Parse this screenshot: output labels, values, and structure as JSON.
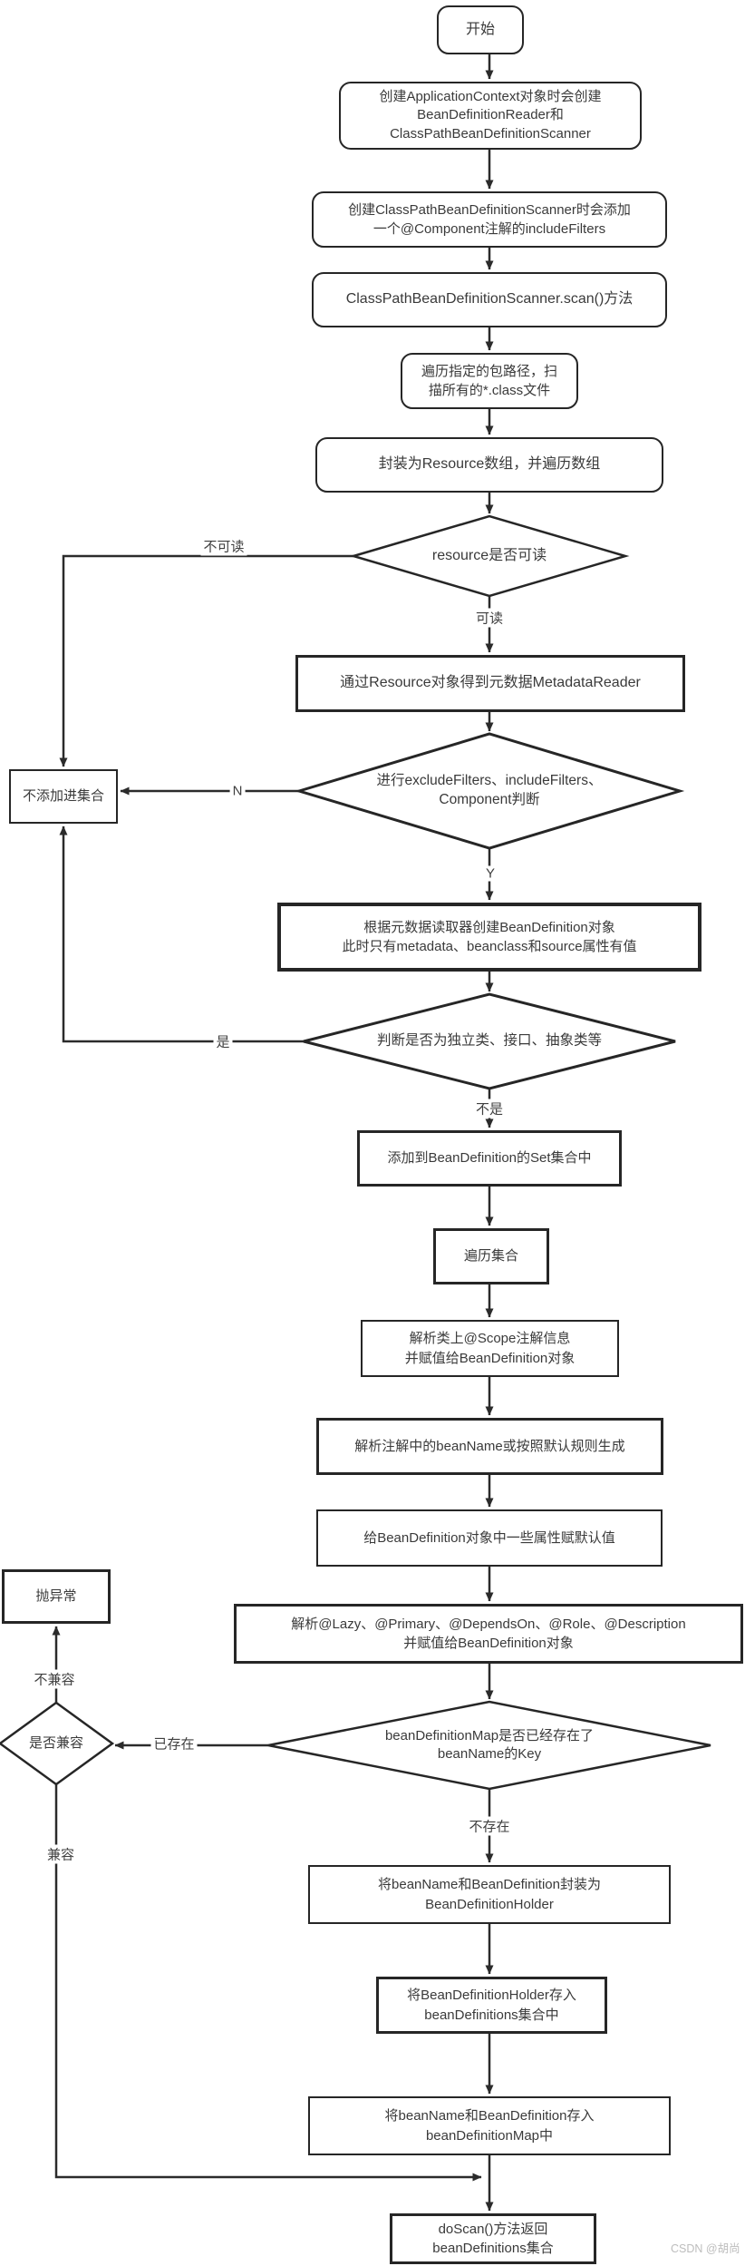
{
  "nodes": {
    "start": {
      "label": "开始"
    },
    "create_context": {
      "label": "创建ApplicationContext对象时会创建\nBeanDefinitionReader和\nClassPathBeanDefinitionScanner"
    },
    "create_scanner": {
      "label": "创建ClassPathBeanDefinitionScanner时会添加\n一个@Component注解的includeFilters"
    },
    "scan_method": {
      "label": "ClassPathBeanDefinitionScanner.scan()方法"
    },
    "traverse_package": {
      "label": "遍历指定的包路径，扫\n描所有的*.class文件"
    },
    "wrap_resource": {
      "label": "封装为Resource数组，并遍历数组"
    },
    "resource_readable": {
      "label": "resource是否可读"
    },
    "get_metadata": {
      "label": "通过Resource对象得到元数据MetadataReader"
    },
    "filter_check": {
      "label": "进行excludeFilters、includeFilters、\nComponent判断"
    },
    "not_add": {
      "label": "不添加进集合"
    },
    "create_bean_definition": {
      "label": "根据元数据读取器创建BeanDefinition对象\n此时只有metadata、beanclass和source属性有值"
    },
    "independent_check": {
      "label": "判断是否为独立类、接口、抽象类等"
    },
    "add_to_set": {
      "label": "添加到BeanDefinition的Set集合中"
    },
    "traverse_set": {
      "label": "遍历集合"
    },
    "parse_scope": {
      "label": "解析类上@Scope注解信息\n并赋值给BeanDefinition对象"
    },
    "parse_bean_name": {
      "label": "解析注解中的beanName或按照默认规则生成"
    },
    "assign_defaults": {
      "label": "给BeanDefinition对象中一些属性赋默认值"
    },
    "parse_annotations": {
      "label": "解析@Lazy、@Primary、@DependsOn、@Role、@Description\n并赋值给BeanDefinition对象"
    },
    "throw_exception": {
      "label": "抛异常"
    },
    "compatible_check": {
      "label": "是否兼容"
    },
    "map_key_check": {
      "label": "beanDefinitionMap是否已经存在了beanName的Key"
    },
    "wrap_holder": {
      "label": "将beanName和BeanDefinition封装为\nBeanDefinitionHolder"
    },
    "store_holder": {
      "label": "将BeanDefinitionHolder存入\nbeanDefinitions集合中"
    },
    "store_map": {
      "label": "将beanName和BeanDefinition存入\nbeanDefinitionMap中"
    },
    "doscan_return": {
      "label": "doScan()方法返回\nbeanDefinitions集合"
    }
  },
  "edge_labels": {
    "readable": "可读",
    "not_readable": "不可读",
    "n": "N",
    "y": "Y",
    "yes": "是",
    "no": "不是",
    "exists": "已存在",
    "not_exists": "不存在",
    "compatible": "兼容",
    "incompatible": "不兼容"
  },
  "watermark": "CSDN @胡尚",
  "colors": {
    "line": "#2b2b2b",
    "border": "#262626",
    "text": "#3a3a3a",
    "watermark": "#bdbdbd"
  }
}
